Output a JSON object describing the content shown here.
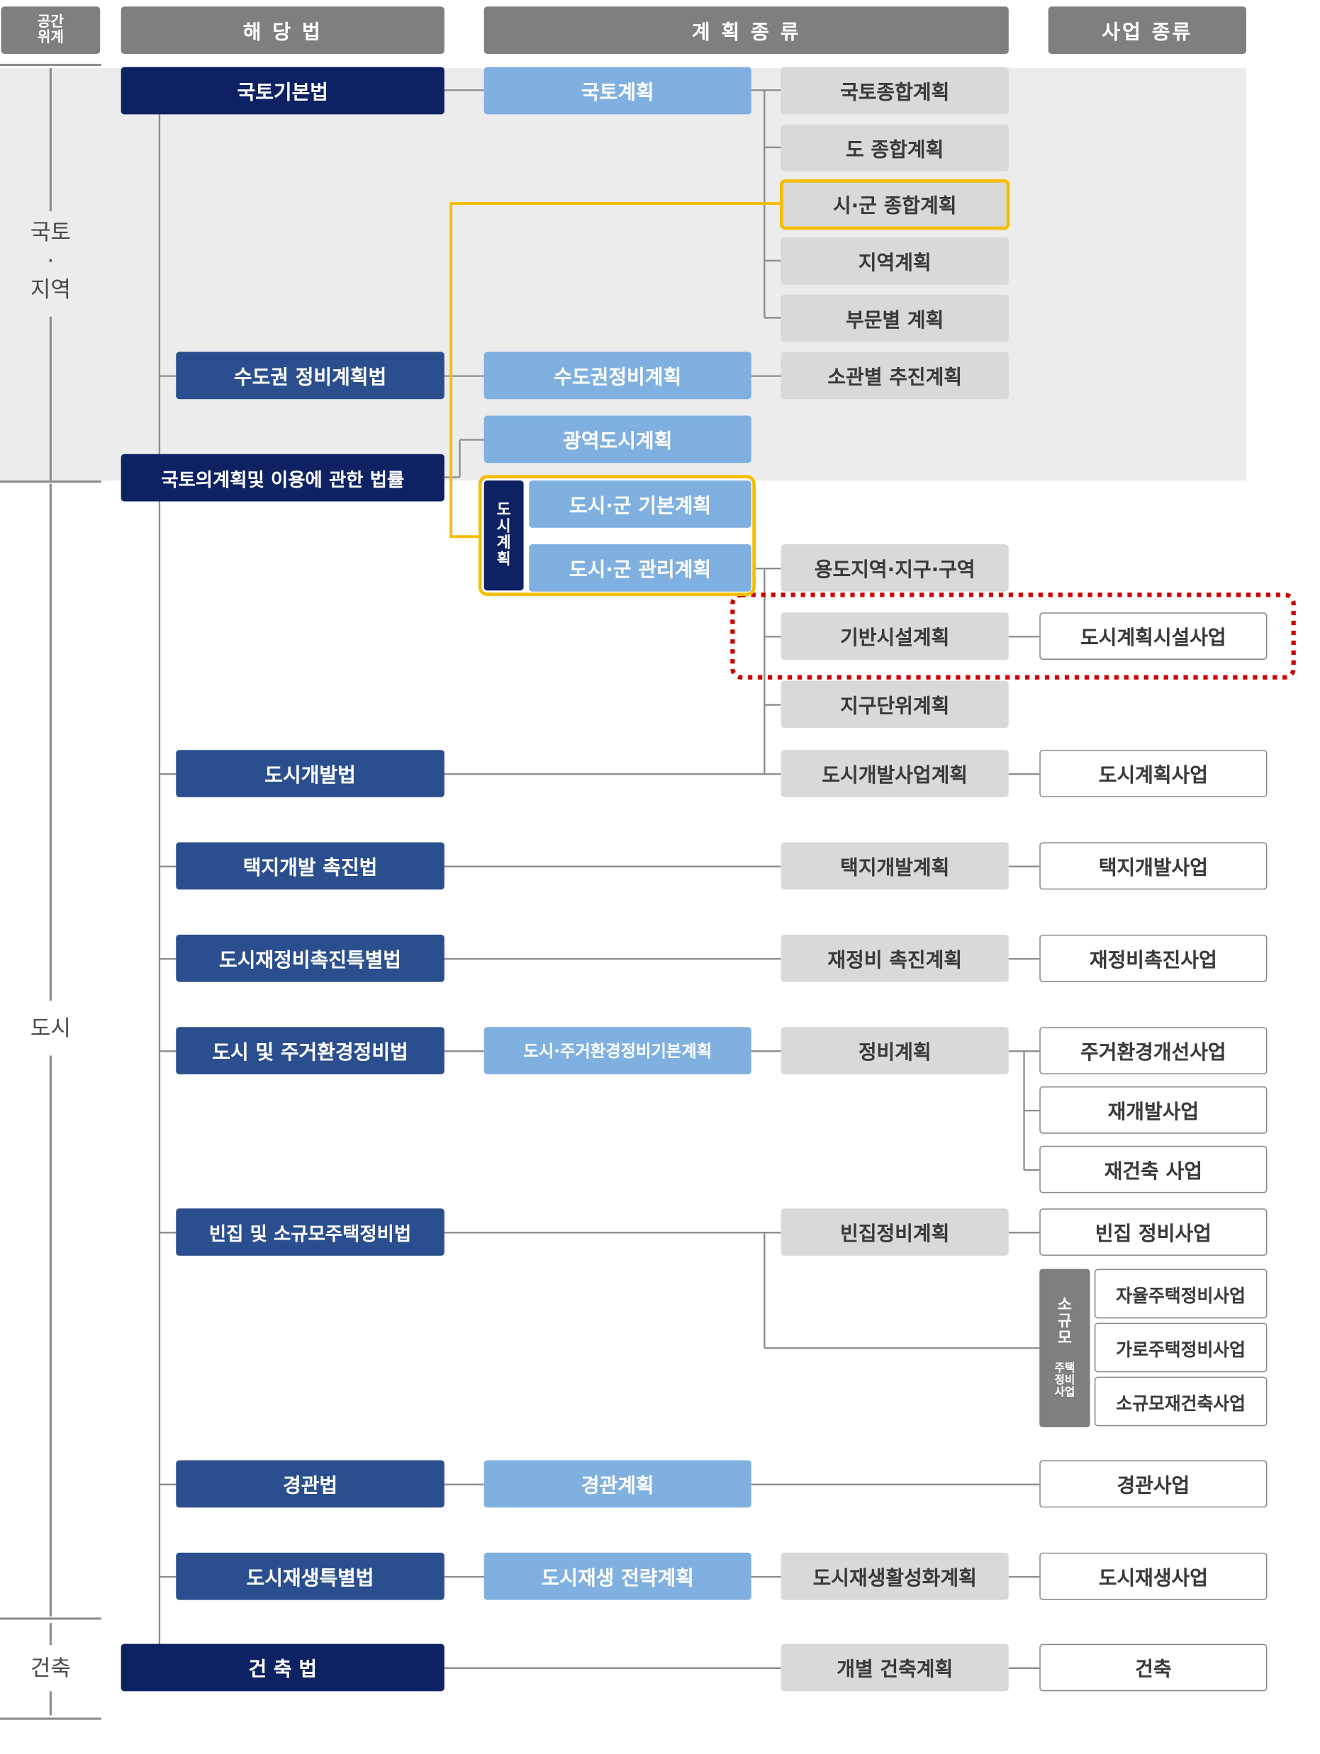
{
  "headers": {
    "space": "공간\n위계",
    "law": "해 당 법",
    "plan": "계 획 종 류",
    "biz": "사업 종류"
  },
  "side": {
    "gukto": "국토\n·\n지역",
    "dosi": "도시",
    "geonchuk": "건축"
  },
  "laws": {
    "gukto_basic": "국토기본법",
    "sudogwon": "수도권 정비계획법",
    "gukto_use": "국토의계획및 이용에 관한 법률",
    "dosi_dev": "도시개발법",
    "taekji": "택지개발 촉진법",
    "jaejeongbi": "도시재정비촉진특별법",
    "jugeo": "도시 및 주거환경정비법",
    "binjip": "빈집 및 소규모주택정비법",
    "gyeonggwan": "경관법",
    "regen": "도시재생특별법",
    "building": "건 축 법"
  },
  "plans": {
    "gukto": "국토계획",
    "sudogwon": "수도권정비계획",
    "gwangyeok": "광역도시계획",
    "city_basic": "도시·군 기본계획",
    "city_mgmt": "도시·군 관리계획",
    "jugeo_basic": "도시·주거환경정비기본계획",
    "gyeonggwan": "경관계획",
    "regen": "도시재생 전략계획"
  },
  "city_plan_tag": [
    "도",
    "시",
    "계",
    "획"
  ],
  "types": {
    "gukto_total": "국토종합계획",
    "do_total": "도 종합계획",
    "sigun_total": "시·군 종합계획",
    "region": "지역계획",
    "sector": "부문별 계획",
    "sogwan": "소관별 추진계획",
    "yongdo": "용도지역·지구·구역",
    "infra": "기반시설계획",
    "jigu": "지구단위계획",
    "dev_biz": "도시개발사업계획",
    "taekji": "택지개발계획",
    "jaejeongbi": "재정비 촉진계획",
    "jeongbi": "정비계획",
    "binjip": "빈집정비계획",
    "regen_act": "도시재생활성화계획",
    "building": "개별 건축계획"
  },
  "biz": {
    "city_facility": "도시계획시설사업",
    "city_plan": "도시계획사업",
    "taekji": "택지개발사업",
    "jaejeongbi": "재정비촉진사업",
    "jugeo": "주거환경개선사업",
    "redev": "재개발사업",
    "rebuild": "재건축 사업",
    "binjip": "빈집 정비사업",
    "jayul": "자율주택정비사업",
    "garo": "가로주택정비사업",
    "small_rebuild": "소규모재건축사업",
    "gyeonggwan": "경관사업",
    "regen": "도시재생사업",
    "building": "건축"
  },
  "small_tag": {
    "top": [
      "소",
      "규",
      "모"
    ],
    "bottom": [
      "주택",
      "정비",
      "사업"
    ]
  },
  "colors": {
    "law_dark": "#0d2163",
    "law": "#2b4f8e",
    "plan": "#7fb0e0",
    "type": "#d9d9d9",
    "header": "#7f7f7f",
    "highlight_yellow": "#f5bd02",
    "highlight_red": "#d00000"
  }
}
